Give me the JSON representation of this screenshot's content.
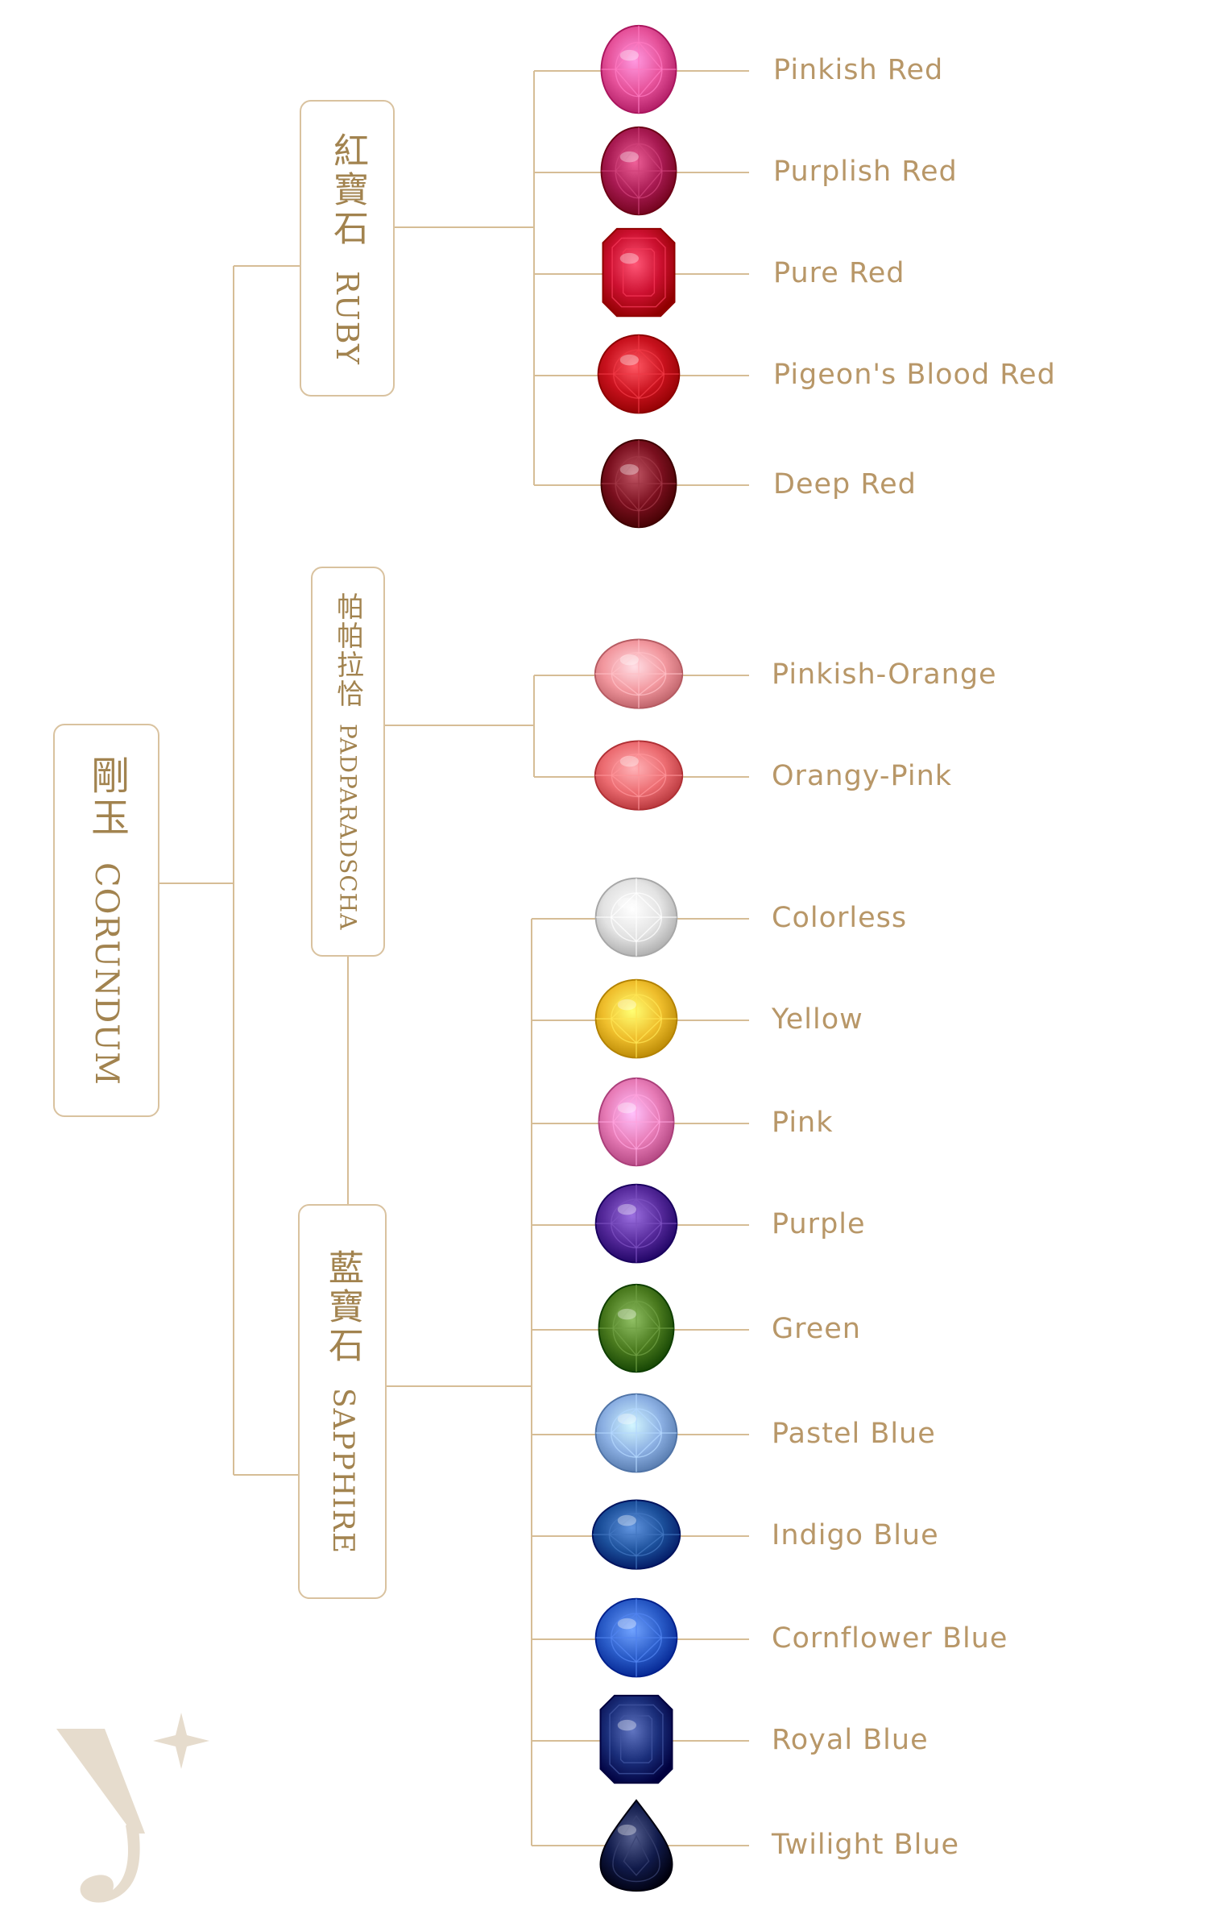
{
  "root": {
    "chinese": "剛玉",
    "english": "CORUNDUM"
  },
  "branches": [
    {
      "id": "ruby",
      "chinese": "紅寶石",
      "english": "RUBY",
      "varieties": [
        {
          "label": "Pinkish Red",
          "shape": "oval",
          "color": "#e6529a"
        },
        {
          "label": "Purplish Red",
          "shape": "oval",
          "color": "#a81a52"
        },
        {
          "label": "Pure Red",
          "shape": "emerald",
          "color": "#cc1030"
        },
        {
          "label": "Pigeon's Blood Red",
          "shape": "round",
          "color": "#c8111d"
        },
        {
          "label": "Deep Red",
          "shape": "oval",
          "color": "#7a0f1e"
        }
      ]
    },
    {
      "id": "padparadscha",
      "chinese": "帕帕拉恰",
      "english": "PADPARADSCHA",
      "varieties": [
        {
          "label": "Pinkish-Orange",
          "shape": "oval-wide",
          "color": "#f2979e"
        },
        {
          "label": "Orangy-Pink",
          "shape": "oval-wide",
          "color": "#ec6c71"
        }
      ]
    },
    {
      "id": "sapphire",
      "chinese": "藍寶石",
      "english": "SAPPHIRE",
      "varieties": [
        {
          "label": "Colorless",
          "shape": "round",
          "color": "#e3e3e3"
        },
        {
          "label": "Yellow",
          "shape": "round",
          "color": "#efbe2c"
        },
        {
          "label": "Pink",
          "shape": "oval",
          "color": "#e77bb6"
        },
        {
          "label": "Purple",
          "shape": "round",
          "color": "#55299a"
        },
        {
          "label": "Green",
          "shape": "oval",
          "color": "#4a7a1e"
        },
        {
          "label": "Pastel Blue",
          "shape": "round",
          "color": "#8cb0e3"
        },
        {
          "label": "Indigo Blue",
          "shape": "oval-wide",
          "color": "#1b4f9a"
        },
        {
          "label": "Cornflower Blue",
          "shape": "round",
          "color": "#2a5cc8"
        },
        {
          "label": "Royal Blue",
          "shape": "emerald",
          "color": "#1a2e7a"
        },
        {
          "label": "Twilight Blue",
          "shape": "pear",
          "color": "#101a4a"
        }
      ]
    }
  ],
  "colors": {
    "line": "#d6bd96",
    "box_border": "#d9c29f",
    "text": "#b89768",
    "title_text": "#a2834f",
    "logo": "#e6dccd"
  },
  "logo": {
    "name": "brand-monogram"
  }
}
